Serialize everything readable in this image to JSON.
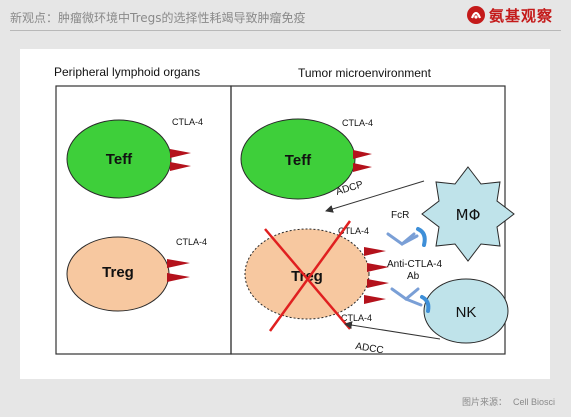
{
  "header": {
    "title": "新观点：肿瘤微环境中Tregs的选择性耗竭导致肿瘤免疫",
    "brand": "氨基观察",
    "brand_color": "#c41a1a"
  },
  "diagram": {
    "left_panel": {
      "title": "Peripheral lymphoid organs",
      "teff": {
        "label": "Teff",
        "receptor_label": "CTLA-4"
      },
      "treg": {
        "label": "Treg",
        "receptor_label": "CTLA-4"
      }
    },
    "right_panel": {
      "title": "Tumor microenvironment",
      "teff": {
        "label": "Teff",
        "receptor_label": "CTLA-4"
      },
      "treg": {
        "label": "Treg",
        "receptor_label_top": "CTLA-4",
        "receptor_label_bottom": "CTLA-4",
        "depleted": true
      },
      "macrophage": {
        "label": "MΦ",
        "fcr_label": "FcR"
      },
      "nk": {
        "label": "NK"
      },
      "antibody_label_line1": "Anti-CTLA-4",
      "antibody_label_line2": "Ab",
      "adcp_label": "ADCP",
      "adcc_label": "ADCC"
    },
    "colors": {
      "teff": "#3ecf3a",
      "treg": "#f7c8a0",
      "receptor": "#b4121c",
      "macrophage": "#bfe3ea",
      "nk": "#bfe3ea",
      "antibody": "#7a9fd6",
      "fcr": "#3e8fd8",
      "cross": "#e02020"
    }
  },
  "footer": {
    "credit_label": "图片来源：",
    "credit_source": "Cell Biosci"
  }
}
